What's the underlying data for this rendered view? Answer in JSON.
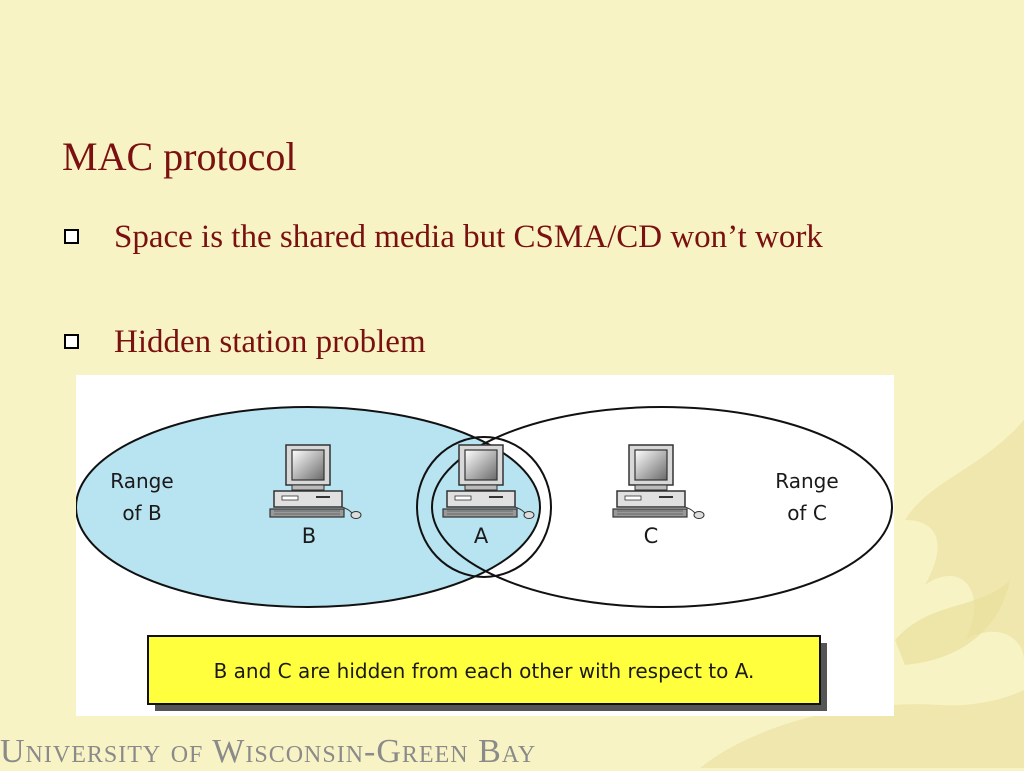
{
  "slide": {
    "title": "MAC protocol",
    "bullets": [
      "Space is the shared media but CSMA/CD won’t work",
      "Hidden station problem"
    ]
  },
  "diagram": {
    "range_b_line1": "Range",
    "range_b_line2": "of B",
    "range_c_line1": "Range",
    "range_c_line2": "of C",
    "station_b": "B",
    "station_a": "A",
    "station_c": "C",
    "caption": "B and C are hidden from each other with respect to A."
  },
  "footer": {
    "text": "University of Wisconsin-Green Bay"
  },
  "colors": {
    "background": "#f8f3c5",
    "title_text": "#7a1010",
    "range_b_fill": "#b8e3f0",
    "caption_box": "#ffff3d"
  }
}
